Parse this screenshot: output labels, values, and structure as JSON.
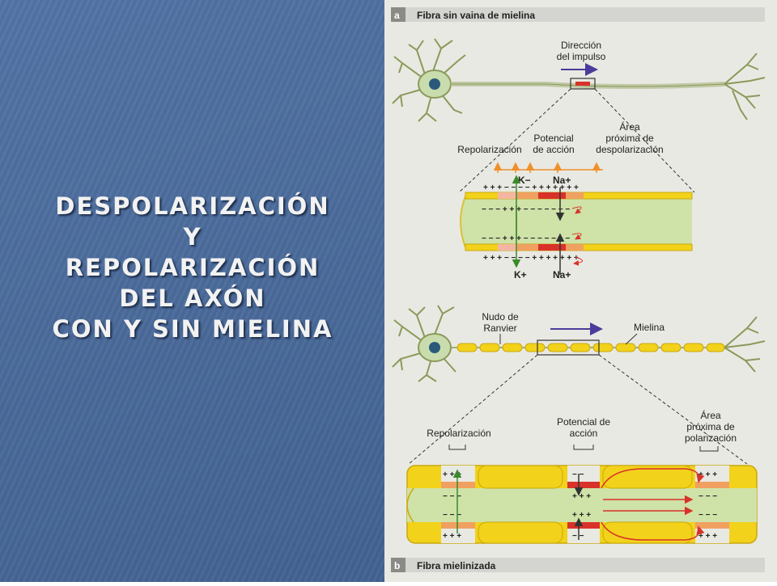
{
  "slide": {
    "title_lines": [
      "Despolarización",
      "y",
      "repolarización",
      "del axón",
      "con y sin mielina"
    ]
  },
  "figure": {
    "panel_a": {
      "letter": "a",
      "heading": "Fibra sin vaina de mielina",
      "direction_label_1": "Dirección",
      "direction_label_2": "del impulso",
      "repolarization": "Repolarización",
      "action_potential_1": "Potencial",
      "action_potential_2": "de acción",
      "near_area_1": "Área",
      "near_area_2": "próxima de",
      "near_area_3": "despolarización",
      "k_minus": "K−",
      "na_plus_top": "Na+",
      "k_plus": "K+",
      "na_plus_bottom": "Na+"
    },
    "panel_b": {
      "letter": "b",
      "heading": "Fibra mielinizada",
      "node_label_1": "Nudo de",
      "node_label_2": "Ranvier",
      "myelin_label": "Mielina",
      "repolarization": "Repolarización",
      "action_potential_1": "Potencial de",
      "action_potential_2": "acción",
      "near_area_1": "Área",
      "near_area_2": "próxima de",
      "near_area_3": "polarización"
    }
  },
  "colors": {
    "background_blue": "#4a6a9a",
    "axoplasm_green": "#cfe2a8",
    "membrane_yellow": "#f2d21a",
    "depolarized_red": "#d8322a",
    "repolarizing_orange": "#f0a060",
    "impulse_purple": "#4a3c9a"
  }
}
